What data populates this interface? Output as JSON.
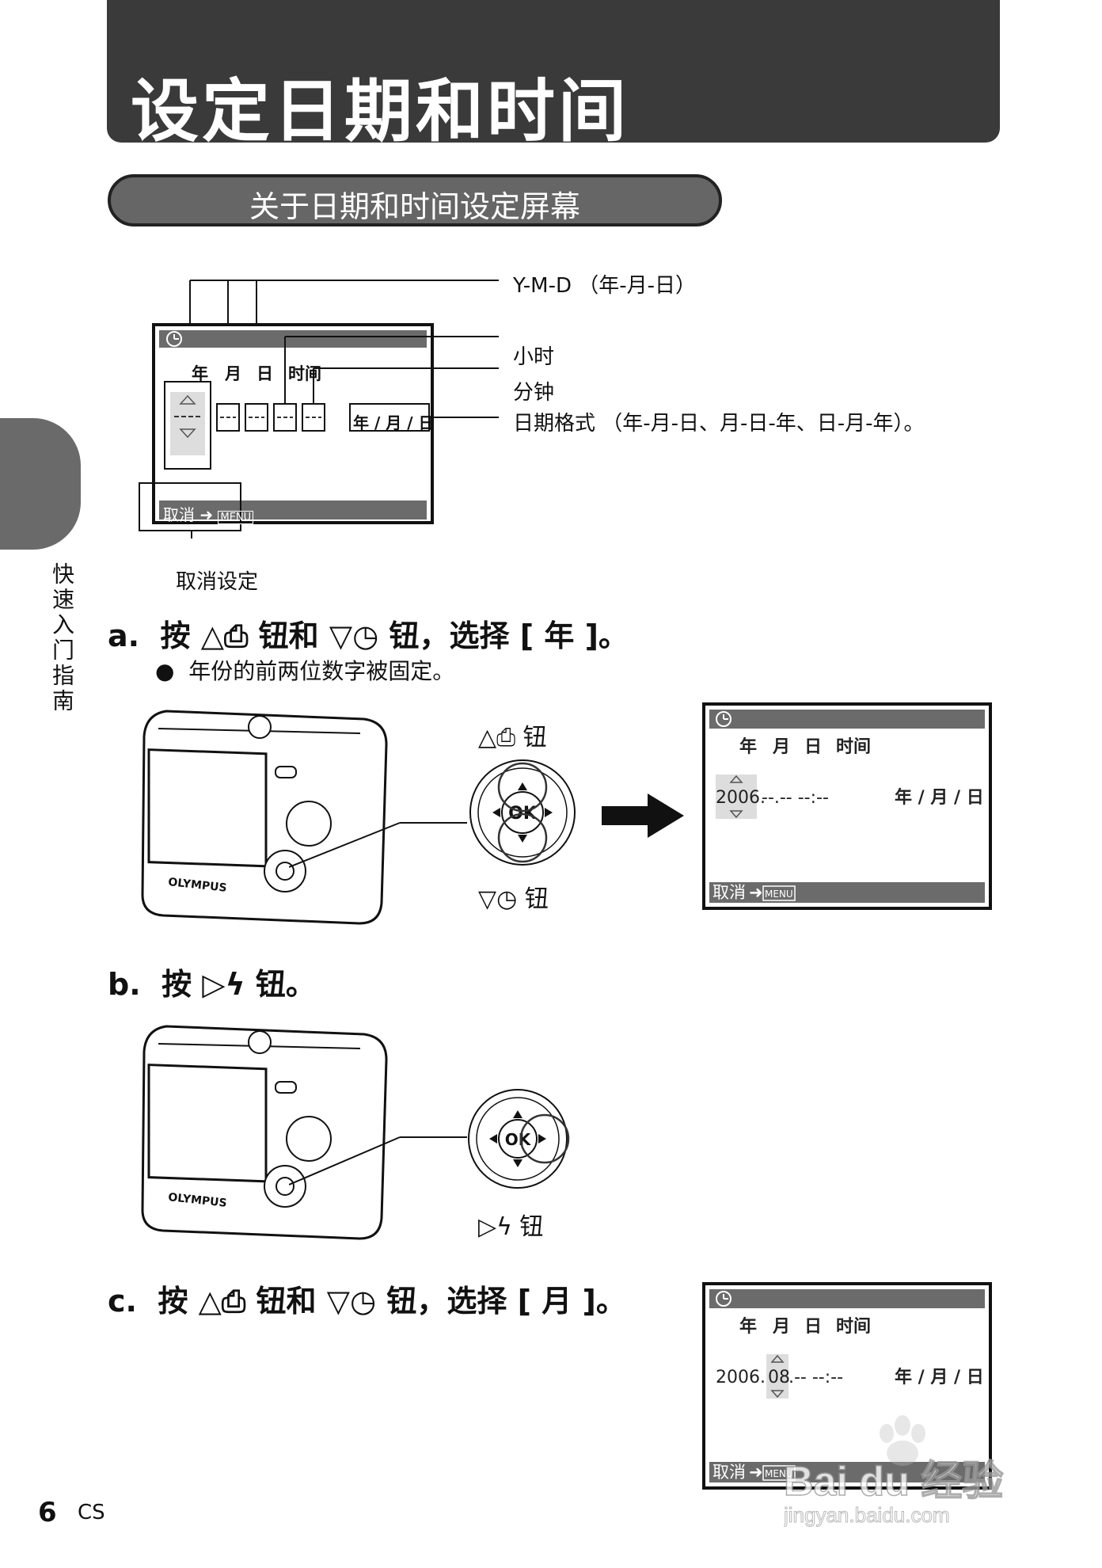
{
  "page": {
    "title": "设定日期和时间",
    "section_title": "关于日期和时间设定屏幕",
    "side_label": "快速入门指南",
    "page_number": "6",
    "lang_code": "CS"
  },
  "diagram": {
    "labels": {
      "ymd": "Y-M-D （年-月-日）",
      "hour": "小时",
      "minute": "分钟",
      "date_format": "日期格式 （年-月-日、月-日-年、日-月-年）。",
      "cancel": "取消设定"
    },
    "lcd": {
      "col_year": "年",
      "col_month": "月",
      "col_day": "日",
      "col_time": "时间",
      "format": "年 / 月 / 日",
      "cancel_bar": "取消",
      "menu": "MENU"
    }
  },
  "steps": {
    "a": {
      "letter": "a.",
      "text": "按 △",
      "text2": " 钮和 ▽",
      "text3": " 钮，选择 [ 年 ]。",
      "bullet": "年份的前两位数字被固定。",
      "up_button": "钮",
      "down_button": "钮",
      "screen_value": "2006.",
      "screen_rest": "--.-- --:--"
    },
    "b": {
      "letter": "b.",
      "text": "按 ▷",
      "text2": " 钮。",
      "right_button": "钮"
    },
    "c": {
      "letter": "c.",
      "text": "按 △",
      "text2": " 钮和 ▽",
      "text3": " 钮，选择 [ 月 ]。",
      "screen_year": "2006.",
      "screen_month": "08",
      "screen_rest": ".-- --:--"
    }
  },
  "camera_brand": "OLYMPUS",
  "dpad": {
    "center": "OK"
  },
  "watermark": {
    "brand": "Bai du 经验",
    "url": "jingyan.baidu.com"
  },
  "colors": {
    "title_bg": "#3a3a3a",
    "lcd_bar": "#6b6b6b",
    "tab": "#6a6a6a"
  }
}
